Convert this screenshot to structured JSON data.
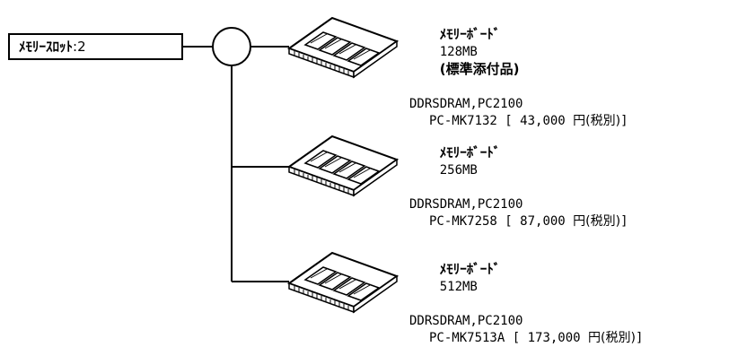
{
  "slot": {
    "label": "ﾒﾓﾘｰｽﾛｯﾄ",
    "separator": ":",
    "count": "2"
  },
  "products": [
    {
      "name": "ﾒﾓﾘｰﾎﾞｰﾄﾞ",
      "capacity": "128MB",
      "note": "(標準添付品)",
      "spec": "DDRSDRAM,PC2100",
      "model": "PC-MK7132",
      "price": "43,000",
      "currency": "円",
      "tax_note": "(税別)"
    },
    {
      "name": "ﾒﾓﾘｰﾎﾞｰﾄﾞ",
      "capacity": "256MB",
      "note": "",
      "spec": "DDRSDRAM,PC2100",
      "model": "PC-MK7258",
      "price": "87,000",
      "currency": "円",
      "tax_note": "(税別)"
    },
    {
      "name": "ﾒﾓﾘｰﾎﾞｰﾄﾞ",
      "capacity": "512MB",
      "note": "",
      "spec": "DDRSDRAM,PC2100",
      "model": "PC-MK7513A",
      "price": "173,000",
      "currency": "円",
      "tax_note": "(税別)"
    }
  ]
}
